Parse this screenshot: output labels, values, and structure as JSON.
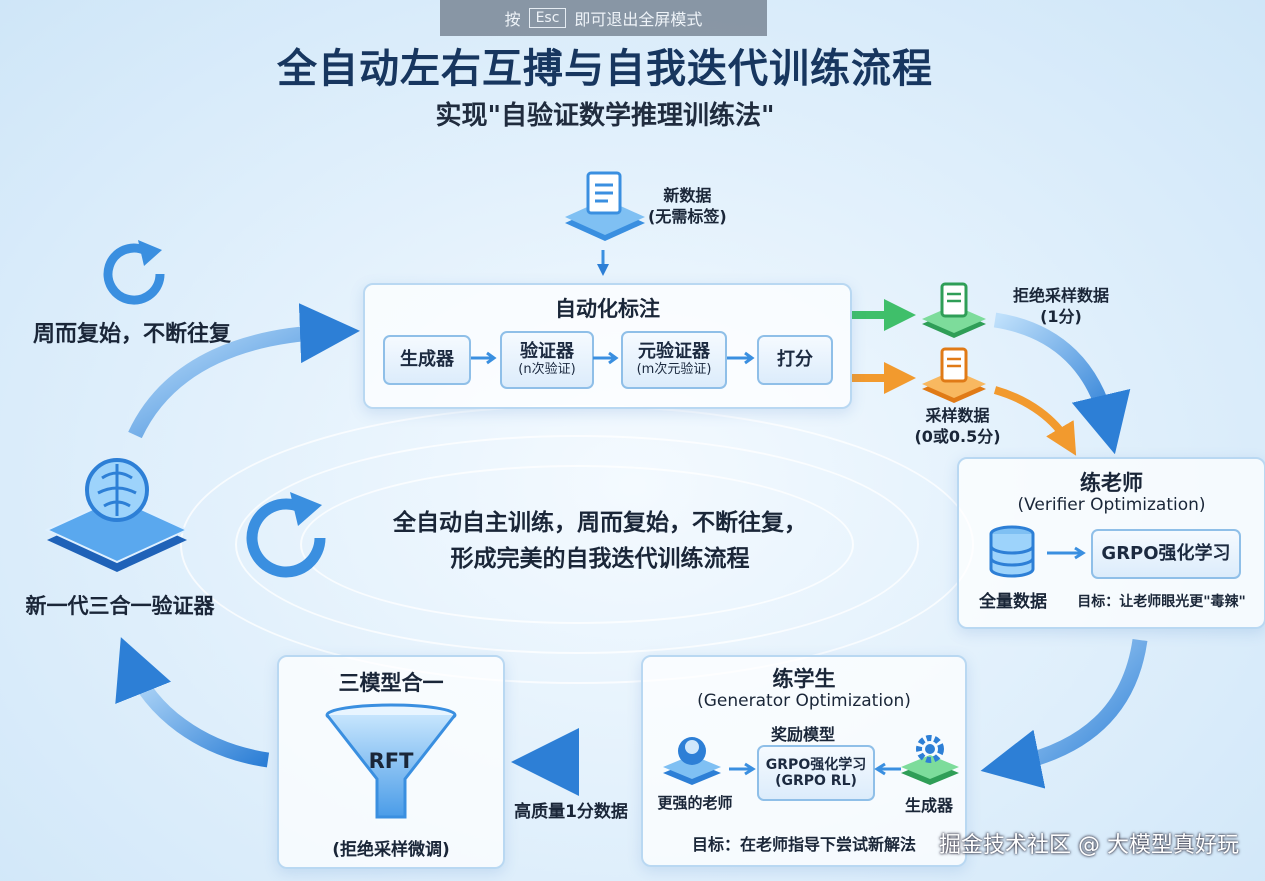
{
  "overlay": {
    "esc_prefix": "按",
    "esc_key": "Esc",
    "esc_suffix": "即可退出全屏模式"
  },
  "title": "全自动左右互搏与自我迭代训练流程",
  "subtitle": "实现\"自验证数学推理训练法\"",
  "new_data": {
    "line1": "新数据",
    "line2": "(无需标签)"
  },
  "auto_label": {
    "title": "自动化标注",
    "steps": [
      {
        "label": "生成器",
        "sub": ""
      },
      {
        "label": "验证器",
        "sub": "(n次验证)"
      },
      {
        "label": "元验证器",
        "sub": "(m次元验证)"
      },
      {
        "label": "打分",
        "sub": ""
      }
    ]
  },
  "reject_data": {
    "line1": "拒绝采样数据",
    "line2": "(1分)"
  },
  "sample_data": {
    "line1": "采样数据",
    "line2": "(0或0.5分)"
  },
  "cycle_top_label": "周而复始，不断往复",
  "center_text": {
    "line1": "全自动自主训练，周而复始，不断往复，",
    "line2": "形成完美的自我迭代训练流程"
  },
  "verifier_label": "新一代三合一验证器",
  "teacher": {
    "title": "练老师",
    "subtitle": "(Verifier Optimization)",
    "all_data": "全量数据",
    "grpo": "GRPO强化学习",
    "goal": "目标：让老师眼光更\"毒辣\""
  },
  "student": {
    "title": "练学生",
    "subtitle": "(Generator Optimization)",
    "reward_model": "奖励模型",
    "grpo_line1": "GRPO强化学习",
    "grpo_line2": "(GRPO RL)",
    "stronger_teacher": "更强的老师",
    "generator": "生成器",
    "goal": "目标：在老师指导下尝试新解法"
  },
  "merge": {
    "title": "三模型合一",
    "rft": "RFT",
    "note": "(拒绝采样微调)"
  },
  "high_quality": "高质量1分数据",
  "watermark": "掘金技术社区 @ 大模型真好玩",
  "colors": {
    "accent": "#3a8fe0",
    "title": "#17365f",
    "green": "#3fbf6a",
    "orange": "#f29a2e"
  },
  "icons": [
    "document-icon",
    "refresh-icon",
    "brain-chip-icon",
    "database-icon",
    "funnel-icon",
    "teacher-icon",
    "gear-icon"
  ]
}
